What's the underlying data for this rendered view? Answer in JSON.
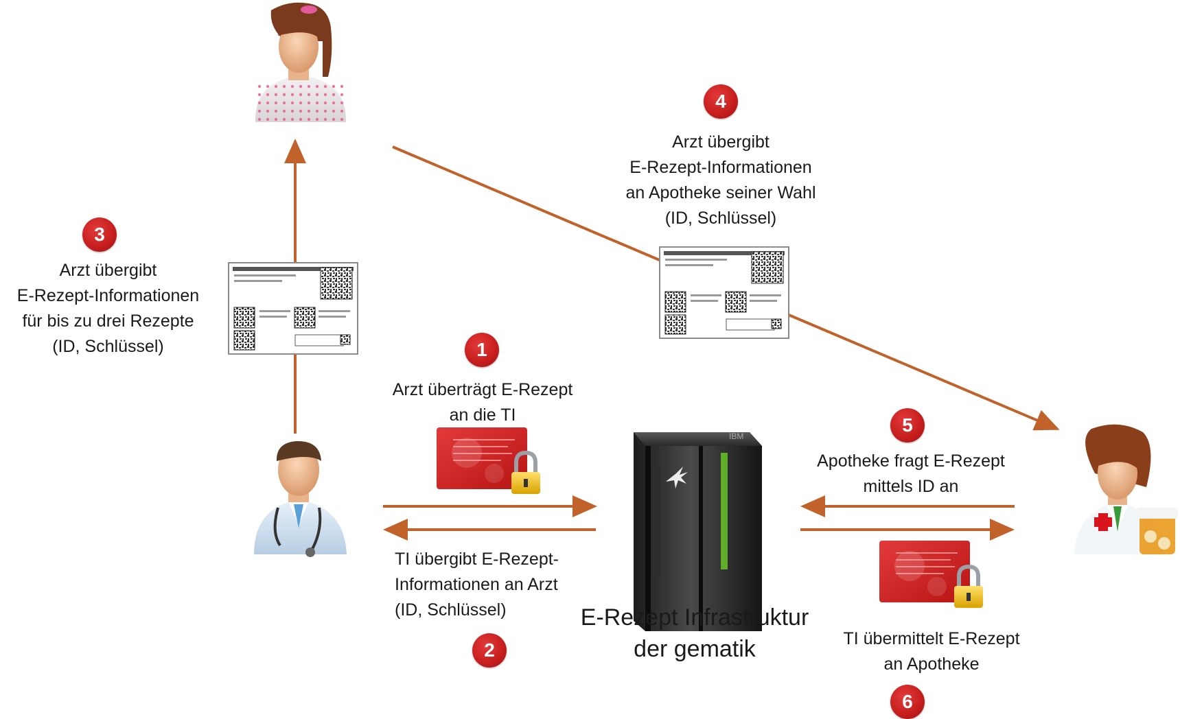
{
  "colors": {
    "arrow": "#c0622a",
    "badge": "#c81f1f"
  },
  "icons": {
    "patient": "patient-avatar-icon",
    "doctor": "doctor-avatar-icon",
    "pharmacist": "pharmacist-avatar-icon",
    "server": "server-icon",
    "prescription_printout": "prescription-printout-icon",
    "encrypted_card": "encrypted-card-lock-icon"
  },
  "steps": {
    "s1": {
      "num": "1",
      "lines": [
        "Arzt überträgt E-Rezept",
        "an die TI"
      ]
    },
    "s2": {
      "num": "2",
      "lines": [
        "TI übergibt E-Rezept-",
        "Informationen an Arzt",
        "(ID, Schlüssel)"
      ]
    },
    "s3": {
      "num": "3",
      "lines": [
        "Arzt übergibt",
        "E-Rezept-Informationen",
        "für bis zu drei Rezepte",
        "(ID, Schlüssel)"
      ]
    },
    "s4": {
      "num": "4",
      "lines": [
        "Arzt übergibt",
        "E-Rezept-Informationen",
        "an Apotheke seiner Wahl",
        "(ID, Schlüssel)"
      ]
    },
    "s5": {
      "num": "5",
      "lines": [
        "Apotheke fragt E-Rezept",
        "mittels ID an"
      ]
    },
    "s6": {
      "num": "6",
      "lines": [
        "TI übermittelt E-Rezept",
        "an Apotheke"
      ]
    }
  },
  "infrastructure": {
    "lines": [
      "E-Rezept Infrastruktur",
      "der gematik"
    ]
  }
}
